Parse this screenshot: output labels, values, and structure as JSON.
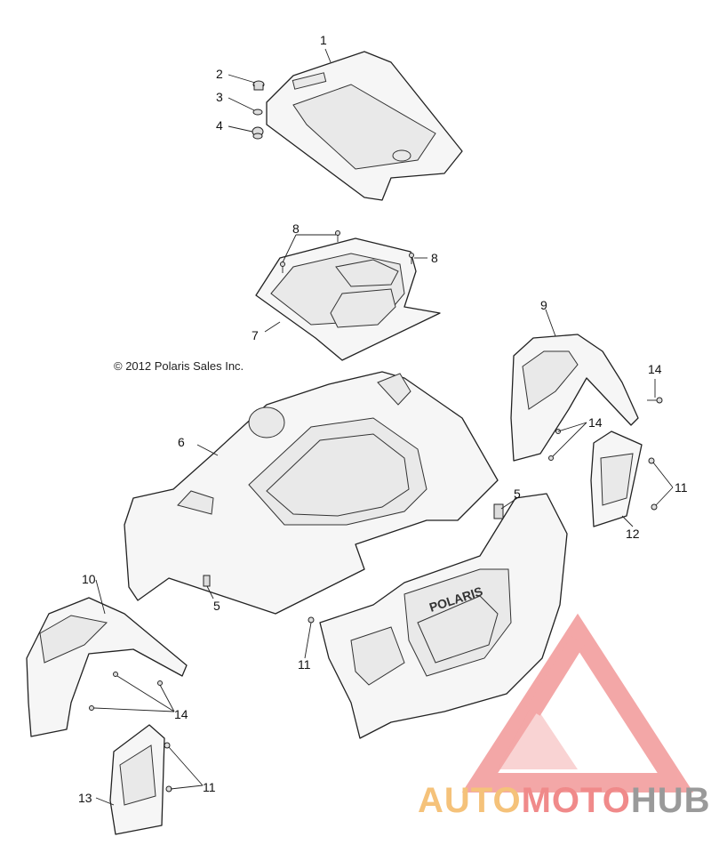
{
  "copyright": "© 2012 Polaris Sales Inc.",
  "grille_badge": "POLARIS",
  "watermark": {
    "part1": "AUTO",
    "part2": "MOTO",
    "part3": "HUB",
    "colors": {
      "auto": "#f5c27a",
      "moto": "#f08a8a",
      "hub": "#9a9a9a",
      "logo": "#f08a8a"
    }
  },
  "callouts": {
    "c1": "1",
    "c2": "2",
    "c3": "3",
    "c4": "4",
    "c5a": "5",
    "c5b": "5",
    "c6": "6",
    "c7": "7",
    "c8a": "8",
    "c8b": "8",
    "c9": "9",
    "c10": "10",
    "c11a": "11",
    "c11b": "11",
    "c11c": "11",
    "c12": "12",
    "c13": "13",
    "c14a": "14",
    "c14b": "14",
    "c14c": "14"
  }
}
